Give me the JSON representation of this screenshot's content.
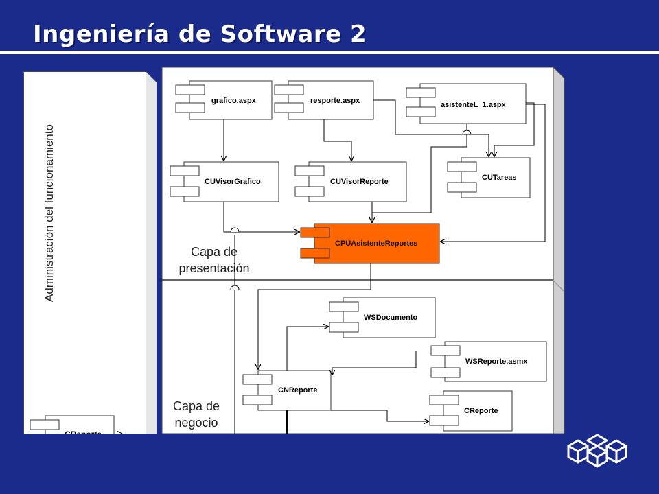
{
  "header": {
    "title": "Ingeniería de Software  2"
  },
  "side_panel": {
    "label": "Administración del funcionamiento",
    "partial_component": "CReporte"
  },
  "layers": {
    "presentation": {
      "line1": "Capa de",
      "line2": "presentación"
    },
    "business": {
      "line1": "Capa de",
      "line2": "negocio"
    }
  },
  "components": {
    "grafico": "grafico.aspx",
    "resporte": "resporte.aspx",
    "asistente": "asistenteL_1.aspx",
    "cuvisorgrafico": "CUVisorGrafico",
    "cuvisorreporte": "CUVisorReporte",
    "cutareas": "CUTareas",
    "cpuasistente": "CPUAsistenteReportes",
    "wsdocumento": "WSDocumento",
    "wsreporte": "WSReporte.asmx",
    "cnreporte": "CNReporte",
    "creporte": "CReporte"
  },
  "colors": {
    "background": "#1a2b8c",
    "highlight": "#ff6600",
    "node": "#ffffff"
  },
  "icons": {
    "logo": "cube-logo-icon"
  }
}
